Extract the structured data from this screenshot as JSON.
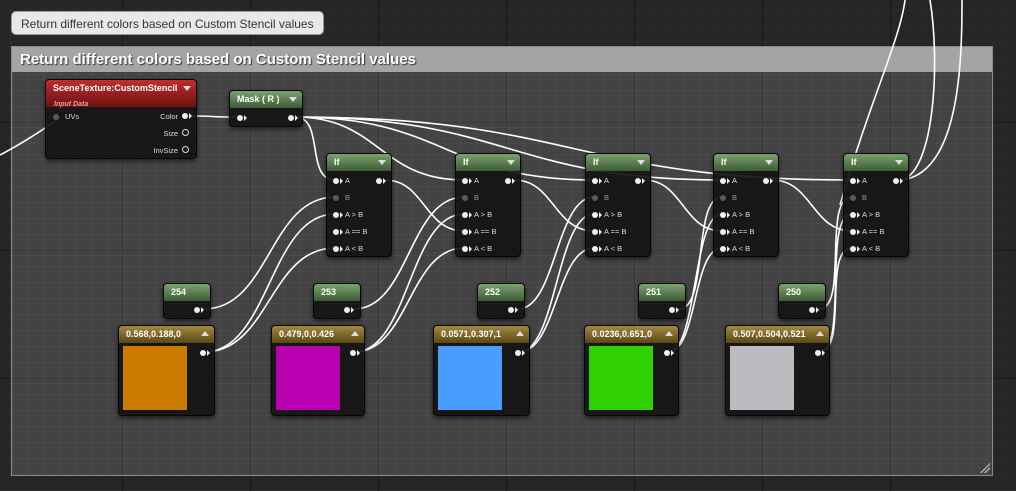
{
  "tooltip": "Return different colors based on Custom Stencil values",
  "comment": {
    "title": "Return different colors based on Custom Stencil values"
  },
  "scene_texture": {
    "title": "SceneTexture:CustomStencil",
    "subtitle": "Input Data",
    "input": "UVs",
    "outputs": [
      "Color",
      "Size",
      "InvSize"
    ]
  },
  "mask": {
    "title": "Mask ( R )"
  },
  "if_nodes": [
    {
      "title": "If",
      "inputs": [
        "A",
        "B",
        "A > B",
        "A == B",
        "A < B"
      ]
    },
    {
      "title": "If",
      "inputs": [
        "A",
        "B",
        "A > B",
        "A == B",
        "A < B"
      ]
    },
    {
      "title": "If",
      "inputs": [
        "A",
        "B",
        "A > B",
        "A == B",
        "A < B"
      ]
    },
    {
      "title": "If",
      "inputs": [
        "A",
        "B",
        "A > B",
        "A == B",
        "A < B"
      ]
    },
    {
      "title": "If",
      "inputs": [
        "A",
        "B",
        "A > B",
        "A == B",
        "A < B"
      ]
    }
  ],
  "constants": [
    "254",
    "253",
    "252",
    "251",
    "250"
  ],
  "colors": [
    {
      "label": "0.568,0.188,0",
      "swatch": "#cc7a00"
    },
    {
      "label": "0.479,0,0.426",
      "swatch": "#b800b0"
    },
    {
      "label": "0.0571,0.307,1",
      "swatch": "#4a9cff"
    },
    {
      "label": "0.0236,0.651,0",
      "swatch": "#2fd100"
    },
    {
      "label": "0.507,0.504,0.521",
      "swatch": "#bcbcc0"
    }
  ],
  "theme": {
    "background": "#262626",
    "node_header_green": "#5d8352",
    "node_header_red": "#a82020",
    "node_header_brown": "#8c7434",
    "wire": "#ffffff"
  }
}
